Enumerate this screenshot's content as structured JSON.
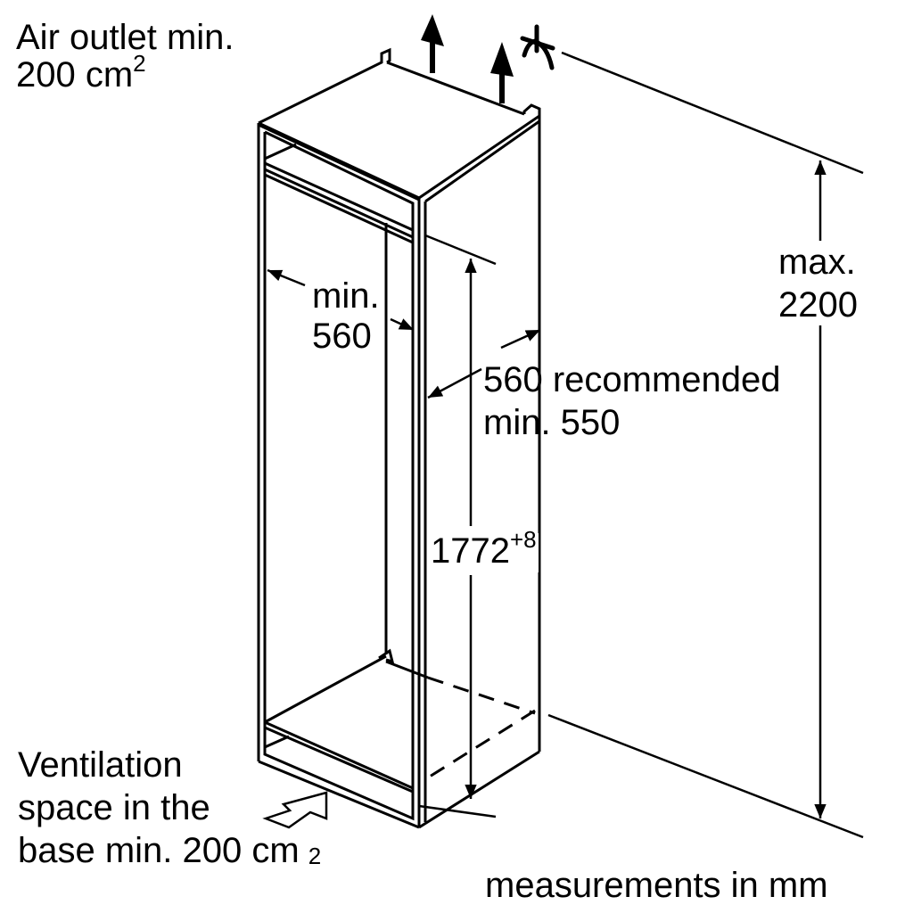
{
  "labels": {
    "air_outlet": {
      "line1": "Air outlet min.",
      "line2": "200 cm",
      "sup": "2"
    },
    "max_height": {
      "line1": "max.",
      "line2": "2200"
    },
    "min_width": {
      "line1": "min.",
      "line2": "560"
    },
    "depth": {
      "line1": "560 recommended",
      "line2": "min. 550"
    },
    "niche_height": {
      "value": "1772",
      "tolerance": "+8"
    },
    "ventilation_base": {
      "line1": "Ventilation",
      "line2": "space in the",
      "line3": "base min. 200 cm",
      "sub": "2"
    },
    "units_note": "measurements in mm"
  },
  "icons": {
    "air_flow_up": "up-arrow-icon",
    "air_flow_in": "hollow-arrow-icon",
    "mount_marker": "tilt-marker-icon"
  },
  "colors": {
    "line": "#000000",
    "background": "#ffffff"
  }
}
